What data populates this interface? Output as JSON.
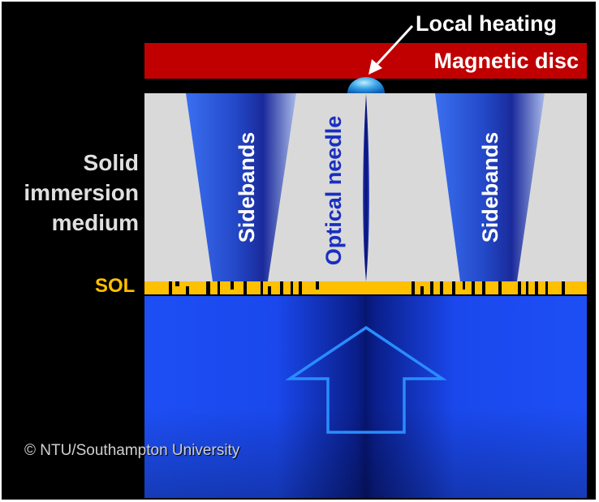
{
  "labels": {
    "local_heating": "Local heating",
    "magnetic_disc": "Magnetic disc",
    "solid_immersion_medium": [
      "Solid",
      "immersion",
      "medium"
    ],
    "sol": "SOL",
    "sidebands_left": "Sidebands",
    "optical_needle": "Optical needle",
    "sidebands_right": "Sidebands",
    "copyright": "© NTU/Southampton University"
  },
  "colors": {
    "background": "#000000",
    "magnetic_disc": "#c00000",
    "medium": "#d9d9d9",
    "sol": "#ffc000",
    "substrate": "#1d4ff5",
    "needle": "#1a2fbf",
    "arrow_outline": "#2a7fff"
  }
}
